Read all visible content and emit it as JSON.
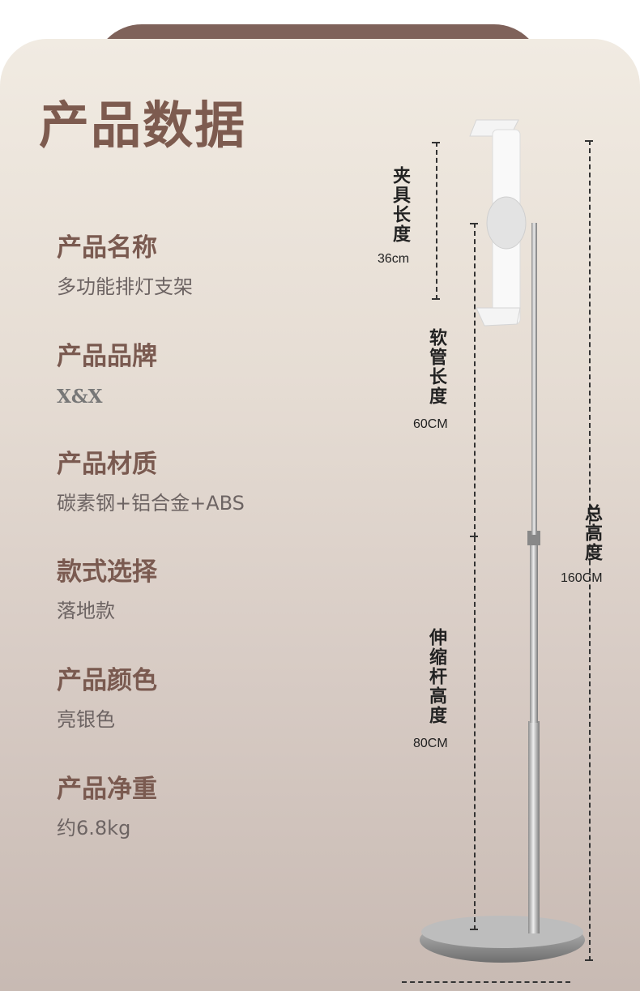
{
  "page": {
    "title": "产品数据"
  },
  "specs": [
    {
      "label": "产品名称",
      "value": "多功能排灯支架"
    },
    {
      "label": "产品品牌",
      "value": "X&X"
    },
    {
      "label": "产品材质",
      "value": "碳素钢+铝合金+ABS"
    },
    {
      "label": "款式选择",
      "value": "落地款"
    },
    {
      "label": "产品颜色",
      "value": "亮银色"
    },
    {
      "label": "产品净重",
      "value": "约6.8kg"
    }
  ],
  "dimensions": {
    "clamp": {
      "label": "夹具长度",
      "value": "36cm"
    },
    "hose": {
      "label": "软管长度",
      "value": "60CM"
    },
    "rod": {
      "label": "伸缩杆高度",
      "value": "80CM"
    },
    "total": {
      "label": "总高度",
      "value": "160CM"
    }
  },
  "colors": {
    "accent_title": "#7d5b4f",
    "label": "#7a5a50",
    "value": "#6d6463",
    "tab": "#7f625a"
  }
}
